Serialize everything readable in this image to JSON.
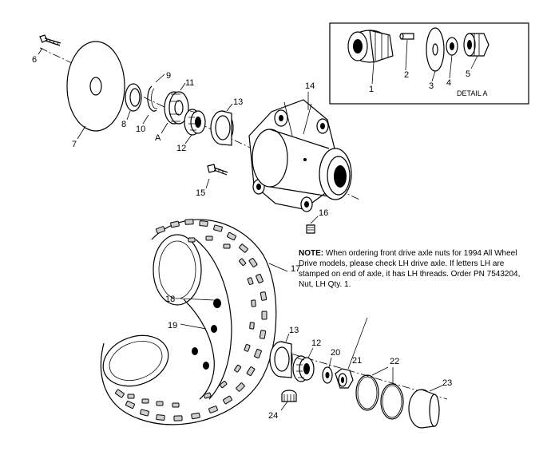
{
  "detail": {
    "label": "DETAIL A"
  },
  "labels": {
    "p1": "1",
    "p2": "2",
    "p3": "3",
    "p4": "4",
    "p5": "5",
    "p6": "6",
    "p7": "7",
    "p8": "8",
    "p9": "9",
    "p10": "10",
    "p11": "11",
    "pA": "A",
    "p12a": "12",
    "p13a": "13",
    "p14": "14",
    "p15": "15",
    "p16": "16",
    "p17": "17",
    "p18": "18",
    "p19": "19",
    "p13b": "13",
    "p12b": "12",
    "p20": "20",
    "p21": "21",
    "p22": "22",
    "p23": "23",
    "p24": "24"
  },
  "note": {
    "heading": "NOTE:",
    "body": "When ordering front drive axle nuts for 1994 All Wheel Drive models, please check LH drive axle.  If letters LH are stamped on end of axle, it has LH threads.  Order PN 7543204, Nut, LH Qty. 1."
  }
}
